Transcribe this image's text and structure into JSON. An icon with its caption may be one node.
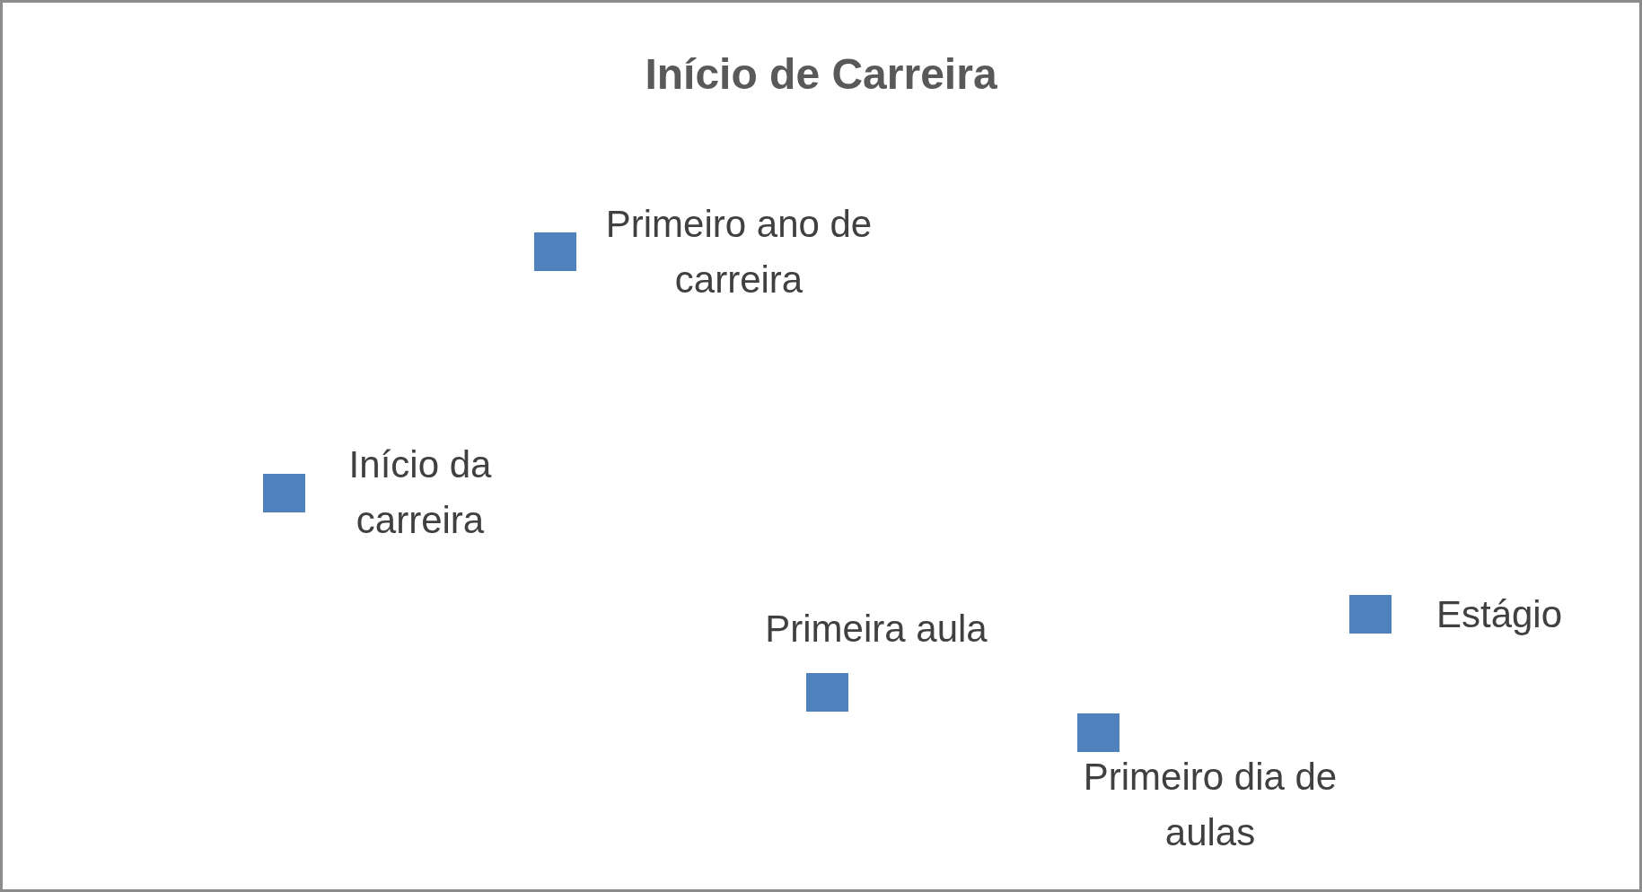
{
  "diagram": {
    "title": "Início de Carreira",
    "nodes": [
      {
        "text": [],
        "shape": "box",
        "beside": [
          "Primeiro ano de carreira"
        ]
      },
      {
        "text": [],
        "shape": "box",
        "beside": [
          "Início da carreira"
        ]
      },
      {
        "text": [],
        "shape": "box",
        "beside": [
          "Estágio"
        ]
      },
      {
        "text": [],
        "shape": "box",
        "beside": [
          "Primeira aula"
        ]
      },
      {
        "text": [],
        "shape": "box",
        "beside": [
          "Primeiro dia de aulas"
        ]
      }
    ]
  }
}
